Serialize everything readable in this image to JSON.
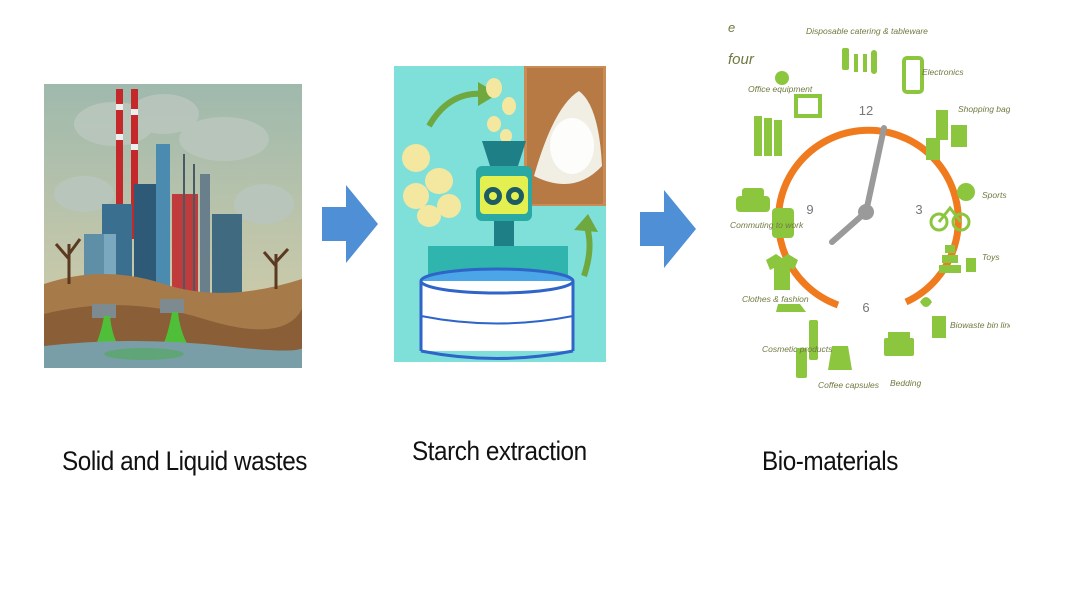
{
  "flow": {
    "steps": [
      {
        "id": "wastes",
        "caption": "Solid and Liquid wastes"
      },
      {
        "id": "starch",
        "caption": "Starch extraction"
      },
      {
        "id": "bio",
        "caption": "Bio-materials"
      }
    ]
  },
  "bio_dial": {
    "numbers": [
      "12",
      "3",
      "6",
      "9"
    ],
    "partial_words": [
      "e",
      "four"
    ],
    "labels": [
      "Disposable catering & tableware",
      "Electronics",
      "Shopping bags & packaging",
      "Sports",
      "Toys",
      "Biowaste bin liners",
      "Bedding",
      "Coffee capsules",
      "Cosmetic products",
      "Clothes & fashion",
      "Commuting to work",
      "Office equipment"
    ]
  },
  "colors": {
    "arrow": "#4f8fd6",
    "icon_green": "#8cc63f",
    "dial_orange": "#f07a1e",
    "starch_bg": "#7fe0da"
  }
}
